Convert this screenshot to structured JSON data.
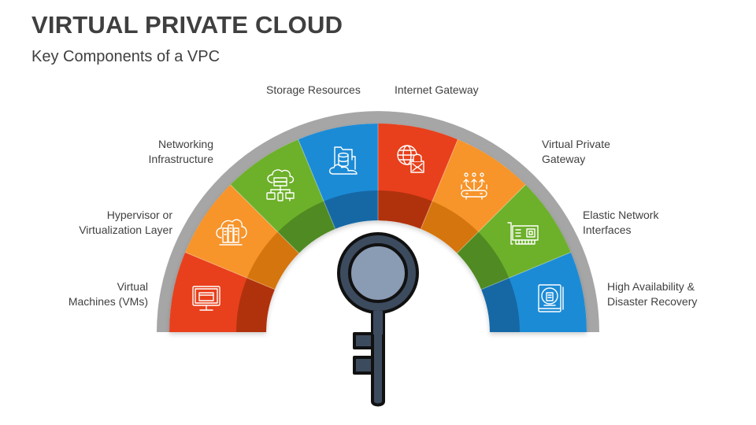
{
  "header": {
    "title": "VIRTUAL PRIVATE CLOUD",
    "subtitle": "Key Components of a VPC"
  },
  "colors": {
    "red": "#E8401A",
    "red_dark": "#B0300F",
    "orange": "#F7942B",
    "orange_dark": "#D57510",
    "green": "#6DB02B",
    "green_dark": "#4F8A22",
    "blue": "#1C8BD6",
    "blue_dark": "#1567A4",
    "ring_gray": "#A6A6A6",
    "key_body": "#3D4B5E",
    "key_lens": "#8A9BB4"
  },
  "components": [
    {
      "id": "vm",
      "line1": "Virtual",
      "line2": "Machines (VMs)",
      "icon": "monitor-icon",
      "color": "red"
    },
    {
      "id": "hypervisor",
      "line1": "Hypervisor or",
      "line2": "Virtualization Layer",
      "icon": "cloud-server-icon",
      "color": "orange"
    },
    {
      "id": "networking",
      "line1": "Networking",
      "line2": "Infrastructure",
      "icon": "cloud-network-icon",
      "color": "green"
    },
    {
      "id": "storage",
      "line1": "Storage Resources",
      "line2": "",
      "icon": "storage-database-icon",
      "color": "blue"
    },
    {
      "id": "internet-gateway",
      "line1": "Internet Gateway",
      "line2": "",
      "icon": "globe-lock-icon",
      "color": "red"
    },
    {
      "id": "vpg",
      "line1": "Virtual Private",
      "line2": "Gateway",
      "icon": "router-icon",
      "color": "orange"
    },
    {
      "id": "eni",
      "line1": "Elastic Network",
      "line2": "Interfaces",
      "icon": "network-card-icon",
      "color": "green"
    },
    {
      "id": "ha-dr",
      "line1": "High Availability &",
      "line2": "Disaster Recovery",
      "icon": "disaster-recovery-book-icon",
      "color": "blue"
    }
  ],
  "center_icon": "key-icon"
}
